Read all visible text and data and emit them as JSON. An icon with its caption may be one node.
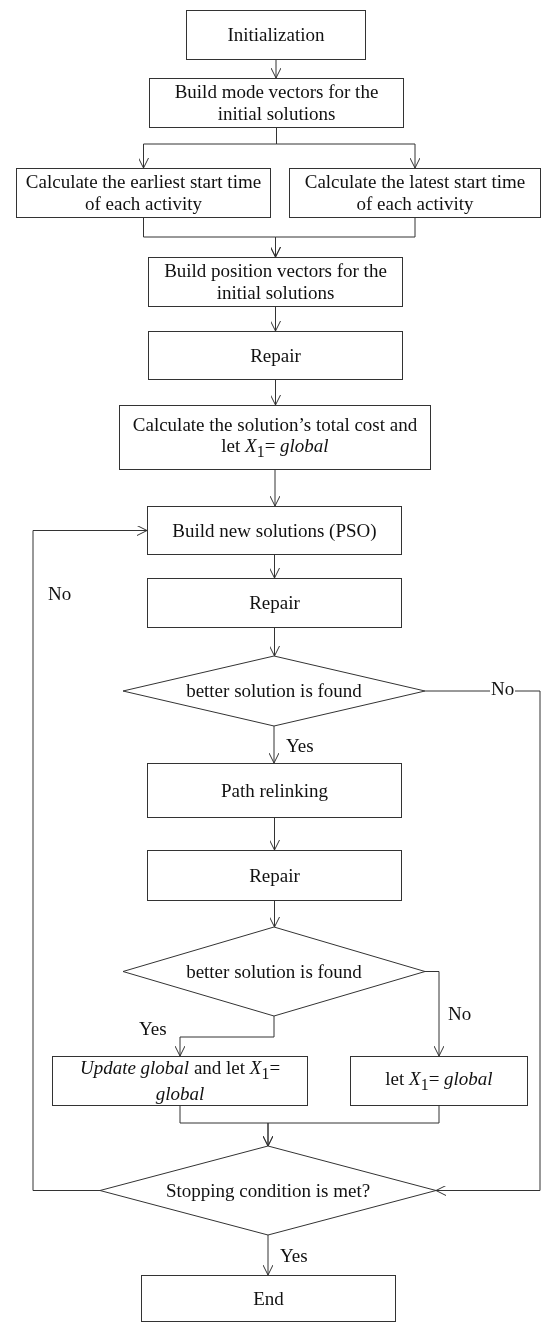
{
  "diagram": {
    "nodes": [
      {
        "text": [
          "Initialization"
        ]
      },
      {
        "text": [
          "Build mode vectors for the initial solutions"
        ]
      },
      {
        "text": [
          "Calculate the earliest start time of each activity"
        ]
      },
      {
        "text": [
          "Calculate the latest start time of each activity"
        ]
      },
      {
        "text": [
          "Build position vectors for the initial solutions"
        ]
      },
      {
        "text": [
          "Repair"
        ]
      },
      {
        "text": [
          "Calculate the solution’s total cost and let *X*$_{1}$= *global*"
        ]
      },
      {
        "text": [
          "Build new solutions (PSO)"
        ]
      },
      {
        "text": [
          "Repair"
        ]
      },
      {
        "text": [
          "better solution is found"
        ]
      },
      {
        "text": [
          "Path relinking"
        ]
      },
      {
        "text": [
          "Repair"
        ]
      },
      {
        "text": [
          "better solution is found"
        ]
      },
      {
        "text": [
          "*Update global* and let *X*$_{1}$= *global*"
        ]
      },
      {
        "text": [
          "let *X*$_{1}$= *global*"
        ]
      },
      {
        "text": [
          "Stopping condition is met?"
        ]
      },
      {
        "text": [
          "End"
        ]
      }
    ],
    "edges": [
      {
        "from": 0,
        "to": 1,
        "arrow": "to"
      },
      {
        "from": 1,
        "to": 2,
        "arrow": "to"
      },
      {
        "from": 1,
        "to": 3,
        "arrow": "to"
      },
      {
        "from": 2,
        "to": 4,
        "arrow": "to"
      },
      {
        "from": 3,
        "to": 4,
        "arrow": "to"
      },
      {
        "from": 4,
        "to": 5,
        "arrow": "to"
      },
      {
        "from": 5,
        "to": 6,
        "arrow": "to"
      },
      {
        "from": 6,
        "to": 7,
        "arrow": "to"
      },
      {
        "from": 7,
        "to": 8,
        "arrow": "to"
      },
      {
        "from": 8,
        "to": 9,
        "arrow": "to"
      },
      {
        "from": 9,
        "to": 10,
        "arrow": "to",
        "label": "Yes"
      },
      {
        "from": 9,
        "to": 15,
        "arrow": "to",
        "label": "No"
      },
      {
        "from": 10,
        "to": 11,
        "arrow": "to"
      },
      {
        "from": 11,
        "to": 12,
        "arrow": "to"
      },
      {
        "from": 12,
        "to": 13,
        "arrow": "to",
        "label": "Yes"
      },
      {
        "from": 12,
        "to": 14,
        "arrow": "to",
        "label": "No"
      },
      {
        "from": 13,
        "to": 15,
        "arrow": "to"
      },
      {
        "from": 14,
        "to": 15,
        "arrow": "to"
      },
      {
        "from": 15,
        "to": 7,
        "arrow": "to",
        "label": "No"
      },
      {
        "from": 15,
        "to": 16,
        "arrow": "to",
        "label": "Yes"
      }
    ]
  }
}
